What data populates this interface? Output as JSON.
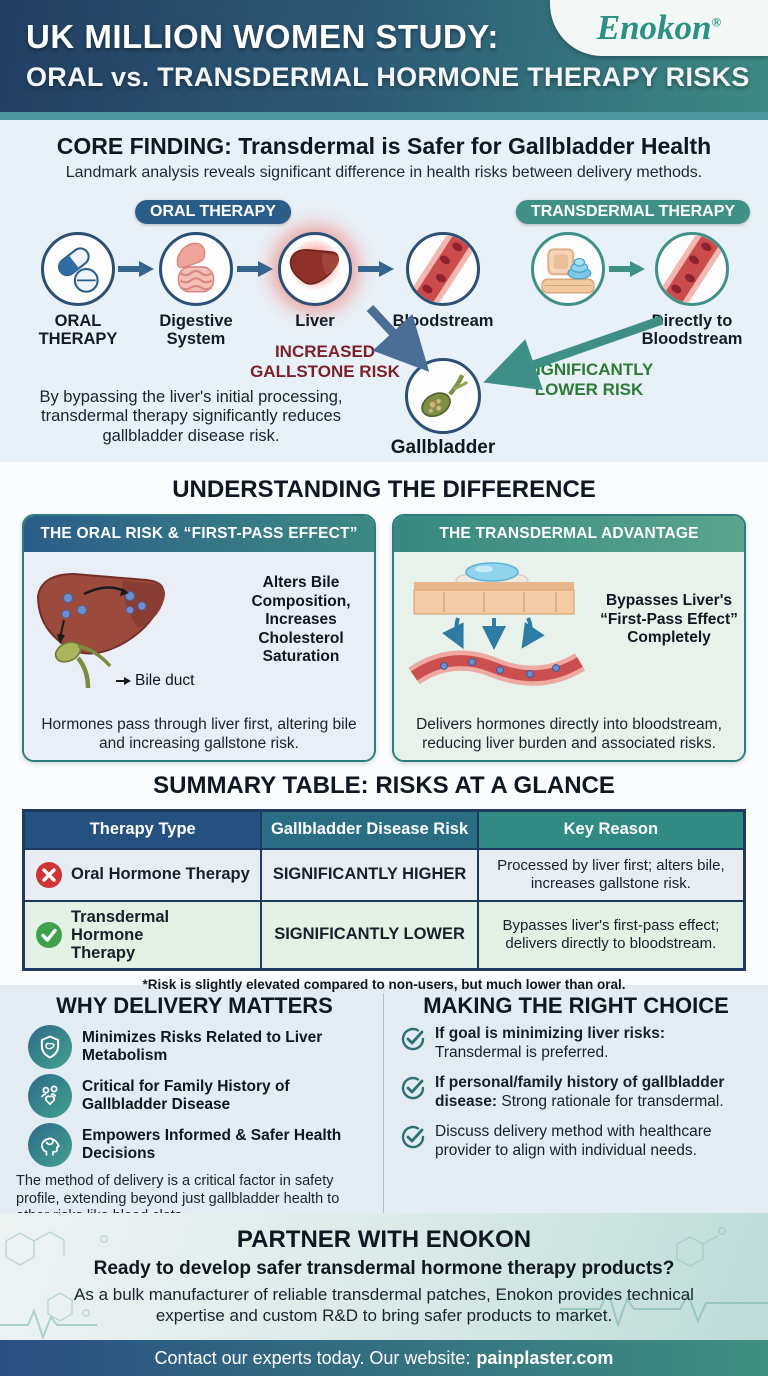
{
  "header": {
    "title_line1": "UK MILLION WOMEN STUDY:",
    "title_line2": "ORAL vs. TRANSDERMAL HORMONE THERAPY RISKS",
    "logo": {
      "text": "Enokon",
      "reg": "®"
    }
  },
  "core": {
    "heading": "CORE FINDING: Transdermal is Safer for Gallbladder Health",
    "subheading": "Landmark analysis reveals significant difference in health risks between delivery methods.",
    "oral_badge": "ORAL THERAPY",
    "transdermal_badge": "TRANSDERMAL THERAPY",
    "steps": [
      {
        "label": "ORAL THERAPY",
        "icon": "pills-icon"
      },
      {
        "label": "Digestive System",
        "icon": "digestive-system-icon"
      },
      {
        "label": "Liver",
        "icon": "liver-icon"
      },
      {
        "label": "Bloodstream",
        "icon": "blood-vessel-icon"
      },
      {
        "label": "",
        "icon": "patch-cream-icon"
      },
      {
        "label": "Directly to Bloodstream",
        "icon": "blood-vessel-icon"
      }
    ],
    "increased_risk": "INCREASED GALLSTONE RISK",
    "lower_risk": "SIGNIFICANTLY LOWER RISK",
    "gallbladder_label": "Gallbladder",
    "note": "By bypassing the liver's initial processing, transdermal therapy significantly reduces gallbladder disease risk."
  },
  "difference": {
    "heading": "UNDERSTANDING THE DIFFERENCE",
    "oral_card": {
      "header": "THE ORAL RISK & “FIRST-PASS EFFECT”",
      "callout": "Alters Bile Composition, Increases Cholesterol Saturation",
      "annotation": "Bile duct",
      "caption": "Hormones pass through liver first, altering bile and increasing gallstone risk."
    },
    "transdermal_card": {
      "header": "THE TRANSDERMAL ADVANTAGE",
      "callout": "Bypasses Liver's “First-Pass Effect” Completely",
      "caption": "Delivers hormones directly into bloodstream, reducing liver burden and associated risks."
    }
  },
  "table": {
    "title": "SUMMARY TABLE: RISKS AT A GLANCE",
    "headers": [
      "Therapy Type",
      "Gallbladder Disease Risk",
      "Key Reason"
    ],
    "rows": [
      {
        "icon": "x-circle-icon",
        "therapy": "Oral Hormone Therapy",
        "risk": "SIGNIFICANTLY HIGHER",
        "reason": "Processed by liver first; alters bile, increases gallstone risk."
      },
      {
        "icon": "check-circle-icon",
        "therapy": "Transdermal Hormone Therapy",
        "risk": "SIGNIFICANTLY LOWER",
        "reason": "Bypasses liver's first-pass effect; delivers directly to bloodstream."
      }
    ],
    "footnote": "*Risk is slightly elevated compared to non-users, but much lower than oral."
  },
  "why": {
    "heading": "WHY DELIVERY MATTERS",
    "items": [
      {
        "icon": "shield-liver-icon",
        "text": "Minimizes Risks Related to Liver Metabolism"
      },
      {
        "icon": "family-heart-icon",
        "text": "Critical for Family History of Gallbladder Disease"
      },
      {
        "icon": "head-brain-icon",
        "text": "Empowers Informed & Safer Health Decisions"
      }
    ],
    "note": "The method of delivery is a critical factor in safety profile, extending beyond just gallbladder health to other risks like blood clots."
  },
  "choice": {
    "heading": "MAKING THE RIGHT CHOICE",
    "items": [
      {
        "bold": "If goal is minimizing liver risks:",
        "rest": " Transdermal is preferred."
      },
      {
        "bold": "If personal/family history of gallbladder disease:",
        "rest": " Strong rationale for transdermal."
      },
      {
        "bold": "",
        "rest": "Discuss delivery method with healthcare provider to align with individual needs."
      }
    ]
  },
  "partner": {
    "heading": "PARTNER WITH ENOKON",
    "question": "Ready to develop safer transdermal hormone therapy products?",
    "body": "As a bulk manufacturer of reliable transdermal patches, Enokon provides technical expertise and custom R&D to bring safer products to market."
  },
  "contact": {
    "text": "Contact our experts today. Our website:",
    "site": "painplaster.com"
  },
  "colors": {
    "header_blue": "#223f63",
    "header_teal": "#3d8b82",
    "accent_teal": "#3f9186",
    "accent_blue": "#2b5d8a",
    "risk_red": "#7c1f2c",
    "safe_green": "#2c7a34",
    "x_red": "#cf3535",
    "check_green": "#3fa14c"
  }
}
